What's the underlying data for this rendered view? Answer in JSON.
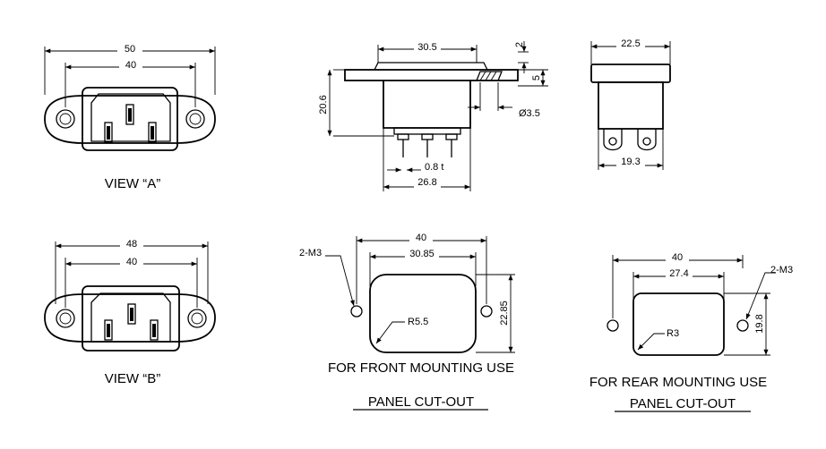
{
  "views": {
    "view_a": {
      "caption": "VIEW “A”",
      "outer_dim": "50",
      "inner_dim": "40"
    },
    "view_b": {
      "caption": "VIEW “B”",
      "outer_dim": "48",
      "inner_dim": "40"
    }
  },
  "side_view": {
    "width_top": "30.5",
    "height": "20.6",
    "flange_thickness": "2",
    "flange_depth": "5",
    "hole_dia": "Ø3.5",
    "terminal_thickness": "0.8 t",
    "width_bottom": "26.8"
  },
  "end_view": {
    "width_top": "22.5",
    "width_bottom": "19.3"
  },
  "front_cutout": {
    "screw_label": "2-M3",
    "hole_spacing": "40",
    "cutout_width": "30.85",
    "cutout_height": "22.85",
    "corner_radius": "R5.5",
    "caption_line1": "FOR FRONT MOUNTING USE",
    "caption_line2": "PANEL CUT-OUT"
  },
  "rear_cutout": {
    "screw_label": "2-M3",
    "hole_spacing": "40",
    "cutout_width": "27.4",
    "cutout_height": "19.8",
    "corner_radius": "R3",
    "caption_line1": "FOR REAR MOUNTING USE",
    "caption_line2": "PANEL CUT-OUT"
  }
}
